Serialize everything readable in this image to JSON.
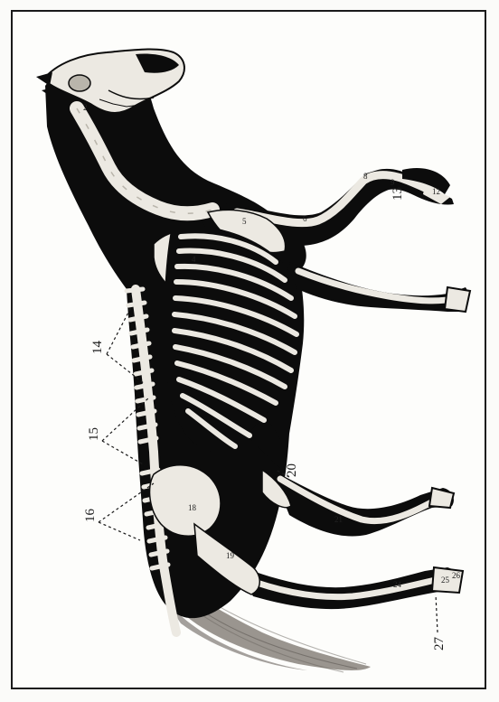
{
  "labels": {
    "l13": "13",
    "l14": "14",
    "l15": "15",
    "l16": "16",
    "l20": "20",
    "l27": "27"
  },
  "bone_numbers": [
    "2",
    "4",
    "5",
    "6",
    "8",
    "9",
    "12",
    "18",
    "19",
    "21",
    "24",
    "25",
    "26"
  ],
  "colors": {
    "body": "#0c0c0c",
    "bone": "#ece9e2",
    "bone_shade": "#b9b5ab",
    "tail": "#8a8580",
    "frame": "#1a1a1a",
    "paper": "#fdfdfb"
  }
}
